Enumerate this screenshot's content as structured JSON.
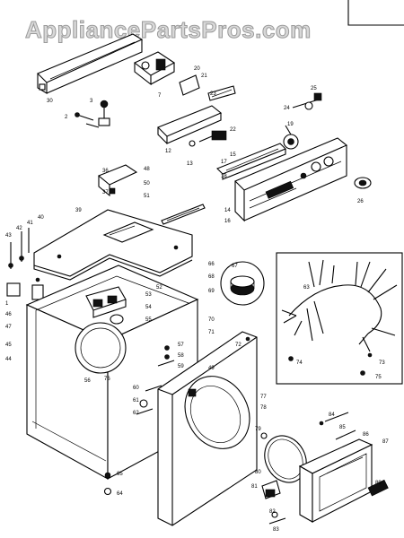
{
  "watermark": "AppliancePartsPros.com",
  "colors": {
    "ink": "#000000",
    "paper": "#ffffff",
    "watermark": "#d8d8d8"
  },
  "callouts": {
    "p30": "30",
    "p3": "3",
    "p2": "2",
    "p7": "7",
    "p20": "20",
    "p21": "21",
    "p22": "22",
    "p23": "23",
    "p12": "12",
    "p13": "13",
    "p14": "14",
    "p15": "15",
    "p16": "16",
    "p17": "17",
    "p18": "18",
    "p19": "19",
    "p26": "26",
    "p24": "24",
    "p25": "25",
    "p36": "36",
    "p37": "37",
    "p48": "48",
    "p50": "50",
    "p51": "51",
    "p39": "39",
    "p43": "43",
    "p42": "42",
    "p41": "41",
    "p40": "40",
    "p1": "1",
    "p46": "46",
    "p47": "47",
    "p66": "66",
    "p67": "67",
    "p68": "68",
    "p69": "69",
    "p53": "53",
    "p54": "54",
    "p55": "55",
    "p70": "70",
    "p71": "71",
    "p72": "72",
    "p57": "57",
    "p58": "58",
    "p59": "59",
    "p60": "60",
    "p61": "61",
    "p62": "62",
    "p63": "63",
    "p64": "64",
    "p65": "65",
    "p77": "77",
    "p78": "78",
    "p79": "79",
    "p80": "80",
    "p81": "81",
    "p82": "82",
    "p83": "83",
    "p84": "84",
    "p85": "85",
    "p86": "86",
    "p87": "87",
    "p89": "89",
    "p49": "49",
    "p52": "52",
    "p56": "56",
    "p44": "44",
    "p45": "45",
    "p73": "73",
    "p74": "74",
    "p75": "75",
    "p76": "76"
  }
}
